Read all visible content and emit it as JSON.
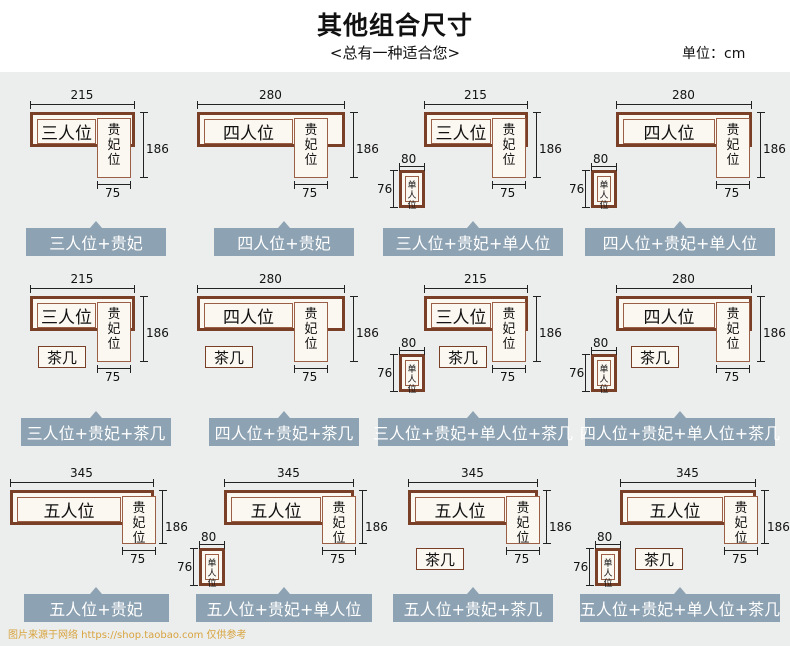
{
  "header": {
    "title": "其他组合尺寸",
    "subtitle": "<总有一种适合您>",
    "unit": "单位：cm"
  },
  "labels": {
    "three": "三人位",
    "four": "四人位",
    "five": "五人位",
    "chaise": [
      "贵",
      "妃",
      "位"
    ],
    "single": [
      "单",
      "人",
      "位"
    ],
    "table": "茶几"
  },
  "combos": [
    {
      "type": "三人位",
      "w": "215",
      "d": "186",
      "cw": "75",
      "single": false,
      "table": false,
      "caption": "三人位+贵妃"
    },
    {
      "type": "四人位",
      "w": "280",
      "d": "186",
      "cw": "75",
      "single": false,
      "table": false,
      "caption": "四人位+贵妃"
    },
    {
      "type": "三人位",
      "w": "215",
      "d": "186",
      "cw": "75",
      "single": true,
      "sw": "80",
      "sd": "76",
      "table": false,
      "caption": "三人位+贵妃+单人位"
    },
    {
      "type": "四人位",
      "w": "280",
      "d": "186",
      "cw": "75",
      "single": true,
      "sw": "80",
      "sd": "76",
      "table": false,
      "caption": "四人位+贵妃+单人位"
    },
    {
      "type": "三人位",
      "w": "215",
      "d": "186",
      "cw": "75",
      "single": false,
      "table": true,
      "caption": "三人位+贵妃+茶几"
    },
    {
      "type": "四人位",
      "w": "280",
      "d": "186",
      "cw": "75",
      "single": false,
      "table": true,
      "caption": "四人位+贵妃+茶几"
    },
    {
      "type": "三人位",
      "w": "215",
      "d": "186",
      "cw": "75",
      "single": true,
      "sw": "80",
      "sd": "76",
      "table": true,
      "caption": "三人位+贵妃+单人位+茶几"
    },
    {
      "type": "四人位",
      "w": "280",
      "d": "186",
      "cw": "75",
      "single": true,
      "sw": "80",
      "sd": "76",
      "table": true,
      "caption": "四人位+贵妃+单人位+茶几"
    },
    {
      "type": "五人位",
      "w": "345",
      "d": "186",
      "cw": "75",
      "single": false,
      "table": false,
      "caption": "五人位+贵妃"
    },
    {
      "type": "五人位",
      "w": "345",
      "d": "186",
      "cw": "75",
      "single": true,
      "sw": "80",
      "sd": "76",
      "table": false,
      "caption": "五人位+贵妃+单人位"
    },
    {
      "type": "五人位",
      "w": "345",
      "d": "186",
      "cw": "75",
      "single": false,
      "table": true,
      "caption": "五人位+贵妃+茶几"
    },
    {
      "type": "五人位",
      "w": "345",
      "d": "186",
      "cw": "75",
      "single": true,
      "sw": "80",
      "sd": "76",
      "table": true,
      "caption": "五人位+贵妃+单人位+茶几"
    }
  ],
  "watermark": "图片来源于网络 https://shop.taobao.com 仅供参考"
}
